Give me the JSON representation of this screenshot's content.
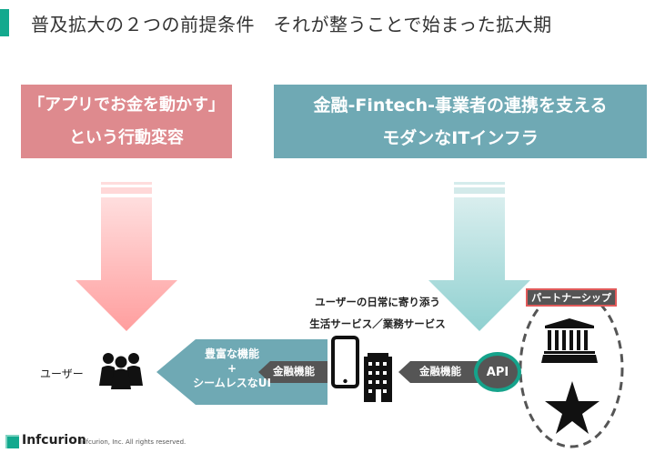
{
  "header": {
    "title": "普及拡大の２つの前提条件　それが整うことで始まった拡大期",
    "accent_color": "#13a98e"
  },
  "left_box": {
    "line1": "「アプリでお金を動かす」",
    "line2": "という行動変容",
    "color": "#de8a8e"
  },
  "right_box": {
    "line1": "金融-Fintech-事業者の連携を支える",
    "line2": "モダンなITインフラ",
    "color": "#6fa9b4"
  },
  "flow": {
    "user_label": "ユーザー",
    "user_icon": "people-group-icon",
    "seamless": {
      "line1": "豊富な機能",
      "line2": "+",
      "line3": "シームレスなUI"
    },
    "finance_function_left": "金融機能",
    "finance_function_right": "金融機能",
    "services_line1": "ユーザーの日常に寄り添う",
    "services_line2": "生活サービス／業務サービス",
    "smartphone_icon": "smartphone-icon",
    "building_icon": "office-building-icon",
    "api_label": "API",
    "partnership_label": "パートナーシップ",
    "bank_icon": "bank-icon",
    "star_icon": "star-icon"
  },
  "footer": {
    "brand": "Infcurion",
    "copyright": "Infcurion, Inc.  All rights reserved."
  }
}
